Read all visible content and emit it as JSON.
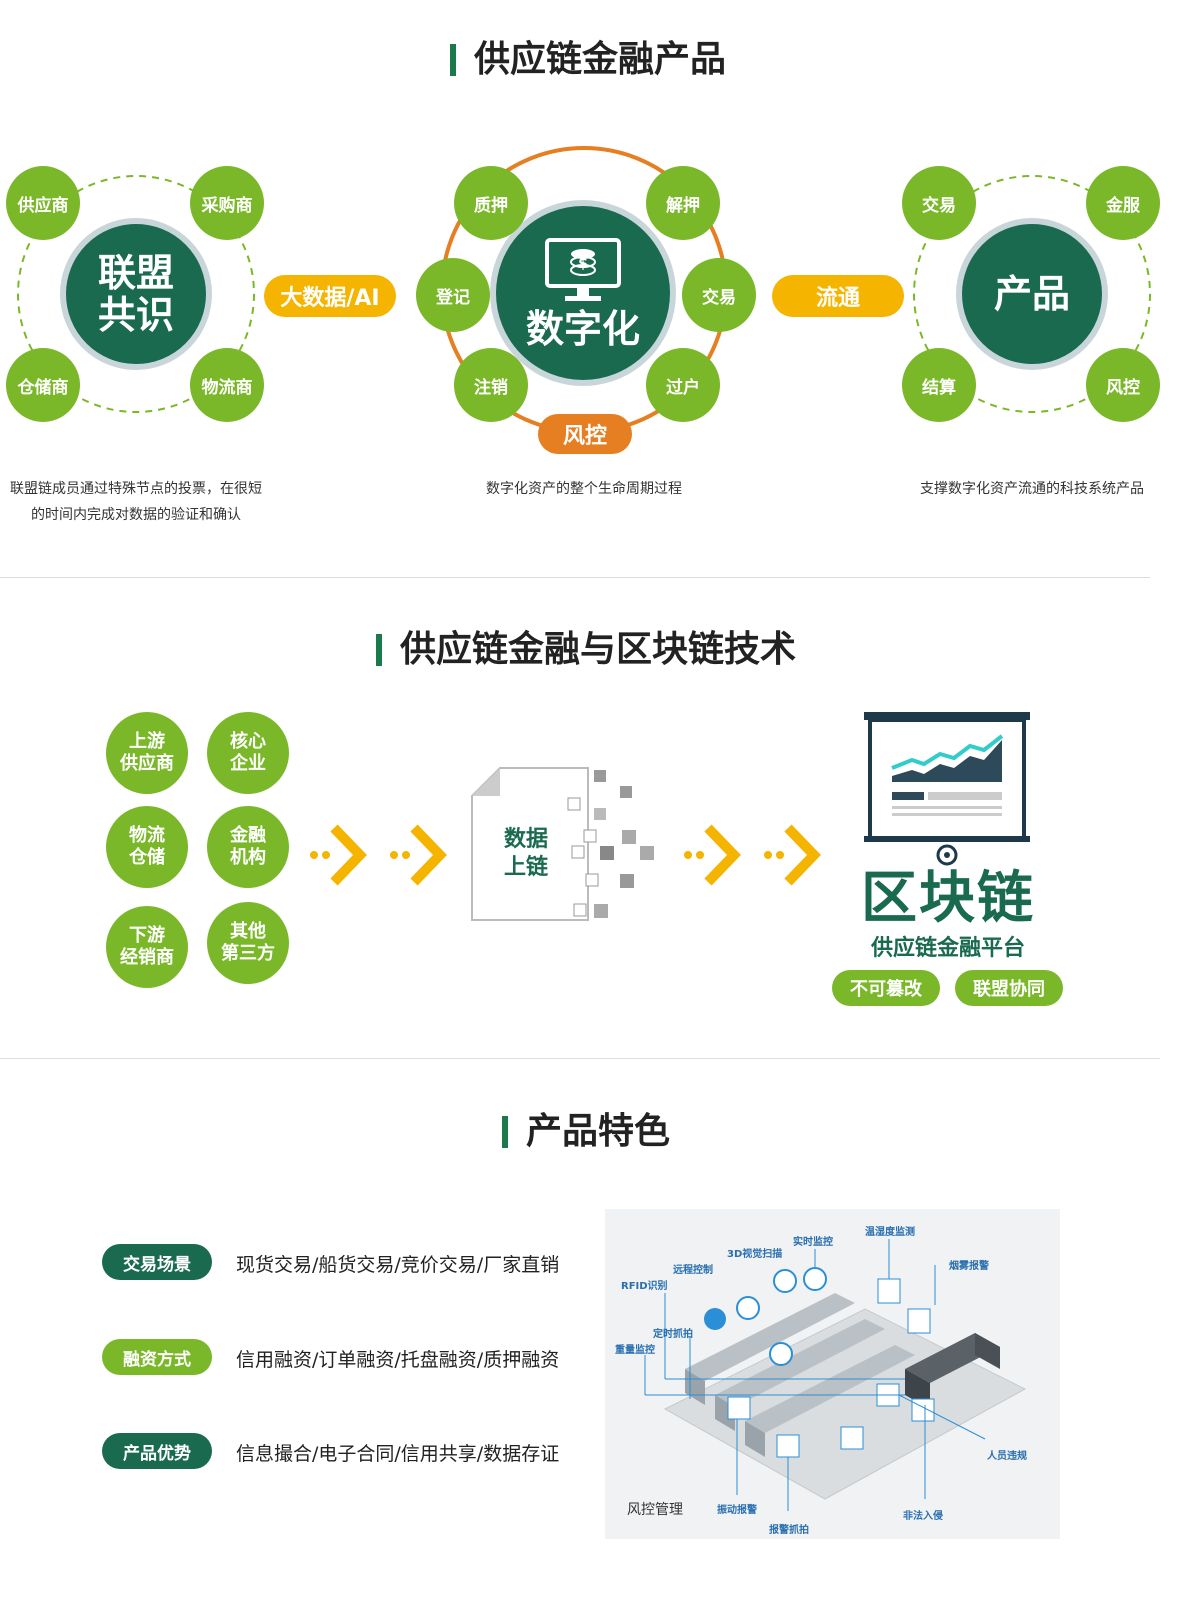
{
  "section1": {
    "title": "供应链金融产品",
    "left": {
      "center": "联盟共识",
      "nodes": [
        "供应商",
        "采购商",
        "仓储商",
        "物流商"
      ],
      "desc_line1": "联盟链成员通过特殊节点的投票，在很短",
      "desc_line2": "的时间内完成对数据的验证和确认"
    },
    "connector1": "大数据/AI",
    "middle": {
      "center": "数字化",
      "nodes": [
        "质押",
        "解押",
        "登记",
        "交易",
        "注销",
        "过户"
      ],
      "risk": "风控",
      "desc": "数字化资产的整个生命周期过程"
    },
    "connector2": "流通",
    "right": {
      "center": "产品",
      "nodes": [
        "交易",
        "金服",
        "结算",
        "风控"
      ],
      "desc": "支撑数字化资产流通的科技系统产品"
    }
  },
  "section2": {
    "title": "供应链金融与区块链技术",
    "participants": [
      [
        "上游",
        "供应商"
      ],
      [
        "核心",
        "企业"
      ],
      [
        "物流",
        "仓储"
      ],
      [
        "金融",
        "机构"
      ],
      [
        "下游",
        "经销商"
      ],
      [
        "其他",
        "第三方"
      ]
    ],
    "doc_line1": "数据",
    "doc_line2": "上链",
    "platform_big": "区块链",
    "platform_sub": "供应链金融平台",
    "tags": [
      "不可篡改",
      "联盟协同"
    ]
  },
  "section3": {
    "title": "产品特色",
    "features": [
      {
        "label": "交易场景",
        "text": "现货交易/船货交易/竞价交易/厂家直销",
        "color": "#1a6a4f"
      },
      {
        "label": "融资方式",
        "text": "信用融资/订单融资/托盘融资/质押融资",
        "color": "#7ab829"
      },
      {
        "label": "产品优势",
        "text": "信息撮合/电子合同/信用共享/数据存证",
        "color": "#1a6a4f"
      }
    ],
    "warehouse": {
      "caption": "风控管理",
      "labels": [
        "实时监控",
        "温湿度监测",
        "3D视觉扫描",
        "远程控制",
        "烟雾报警",
        "RFID识别",
        "定时抓拍",
        "重量监控",
        "人员违规",
        "振动报警",
        "非法入侵",
        "报警抓拍"
      ]
    }
  },
  "colors": {
    "dark_green": "#1a6a4f",
    "light_green": "#7ab829",
    "orange": "#e67e22",
    "yellow": "#f5b400"
  }
}
